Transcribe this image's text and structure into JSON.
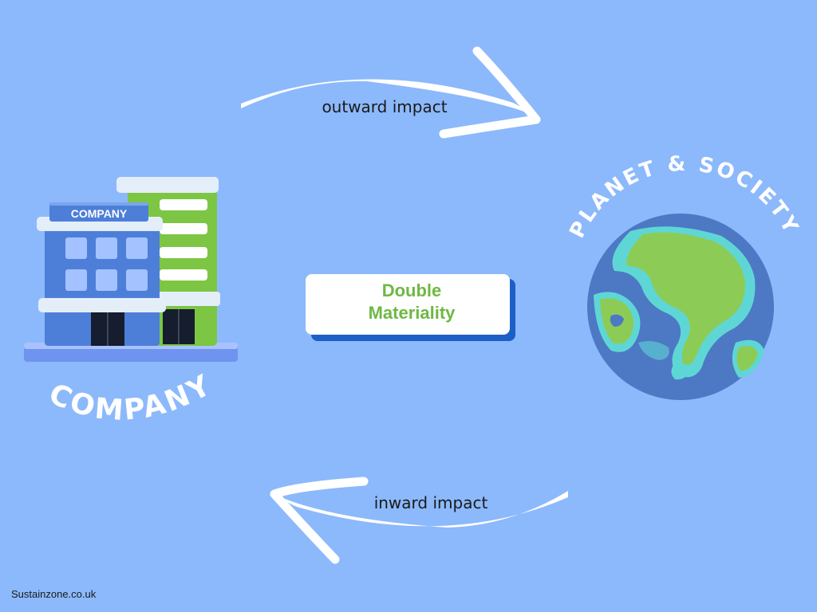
{
  "diagram": {
    "center_label_line1": "Double",
    "center_label_line2": "Materiality",
    "company_label": "COMPANY",
    "company_sign": "COMPANY",
    "planet_label": "PLANET & SOCIETY",
    "outward_label": "outward impact",
    "inward_label": "inward impact"
  },
  "footer": {
    "credit": "Sustainzone.co.uk"
  },
  "colors": {
    "background": "#8cb9fb",
    "building_blue": "#4d7fd9",
    "building_green": "#7cc644",
    "globe_ocean": "#4d78c4",
    "globe_land": "#8ccc56",
    "globe_shore": "#5fd6d6",
    "box_shadow": "#1d5fc7",
    "accent_text": "#6fb844"
  },
  "icons": [
    "company-building-icon",
    "globe-icon",
    "outward-arrow",
    "inward-arrow"
  ]
}
